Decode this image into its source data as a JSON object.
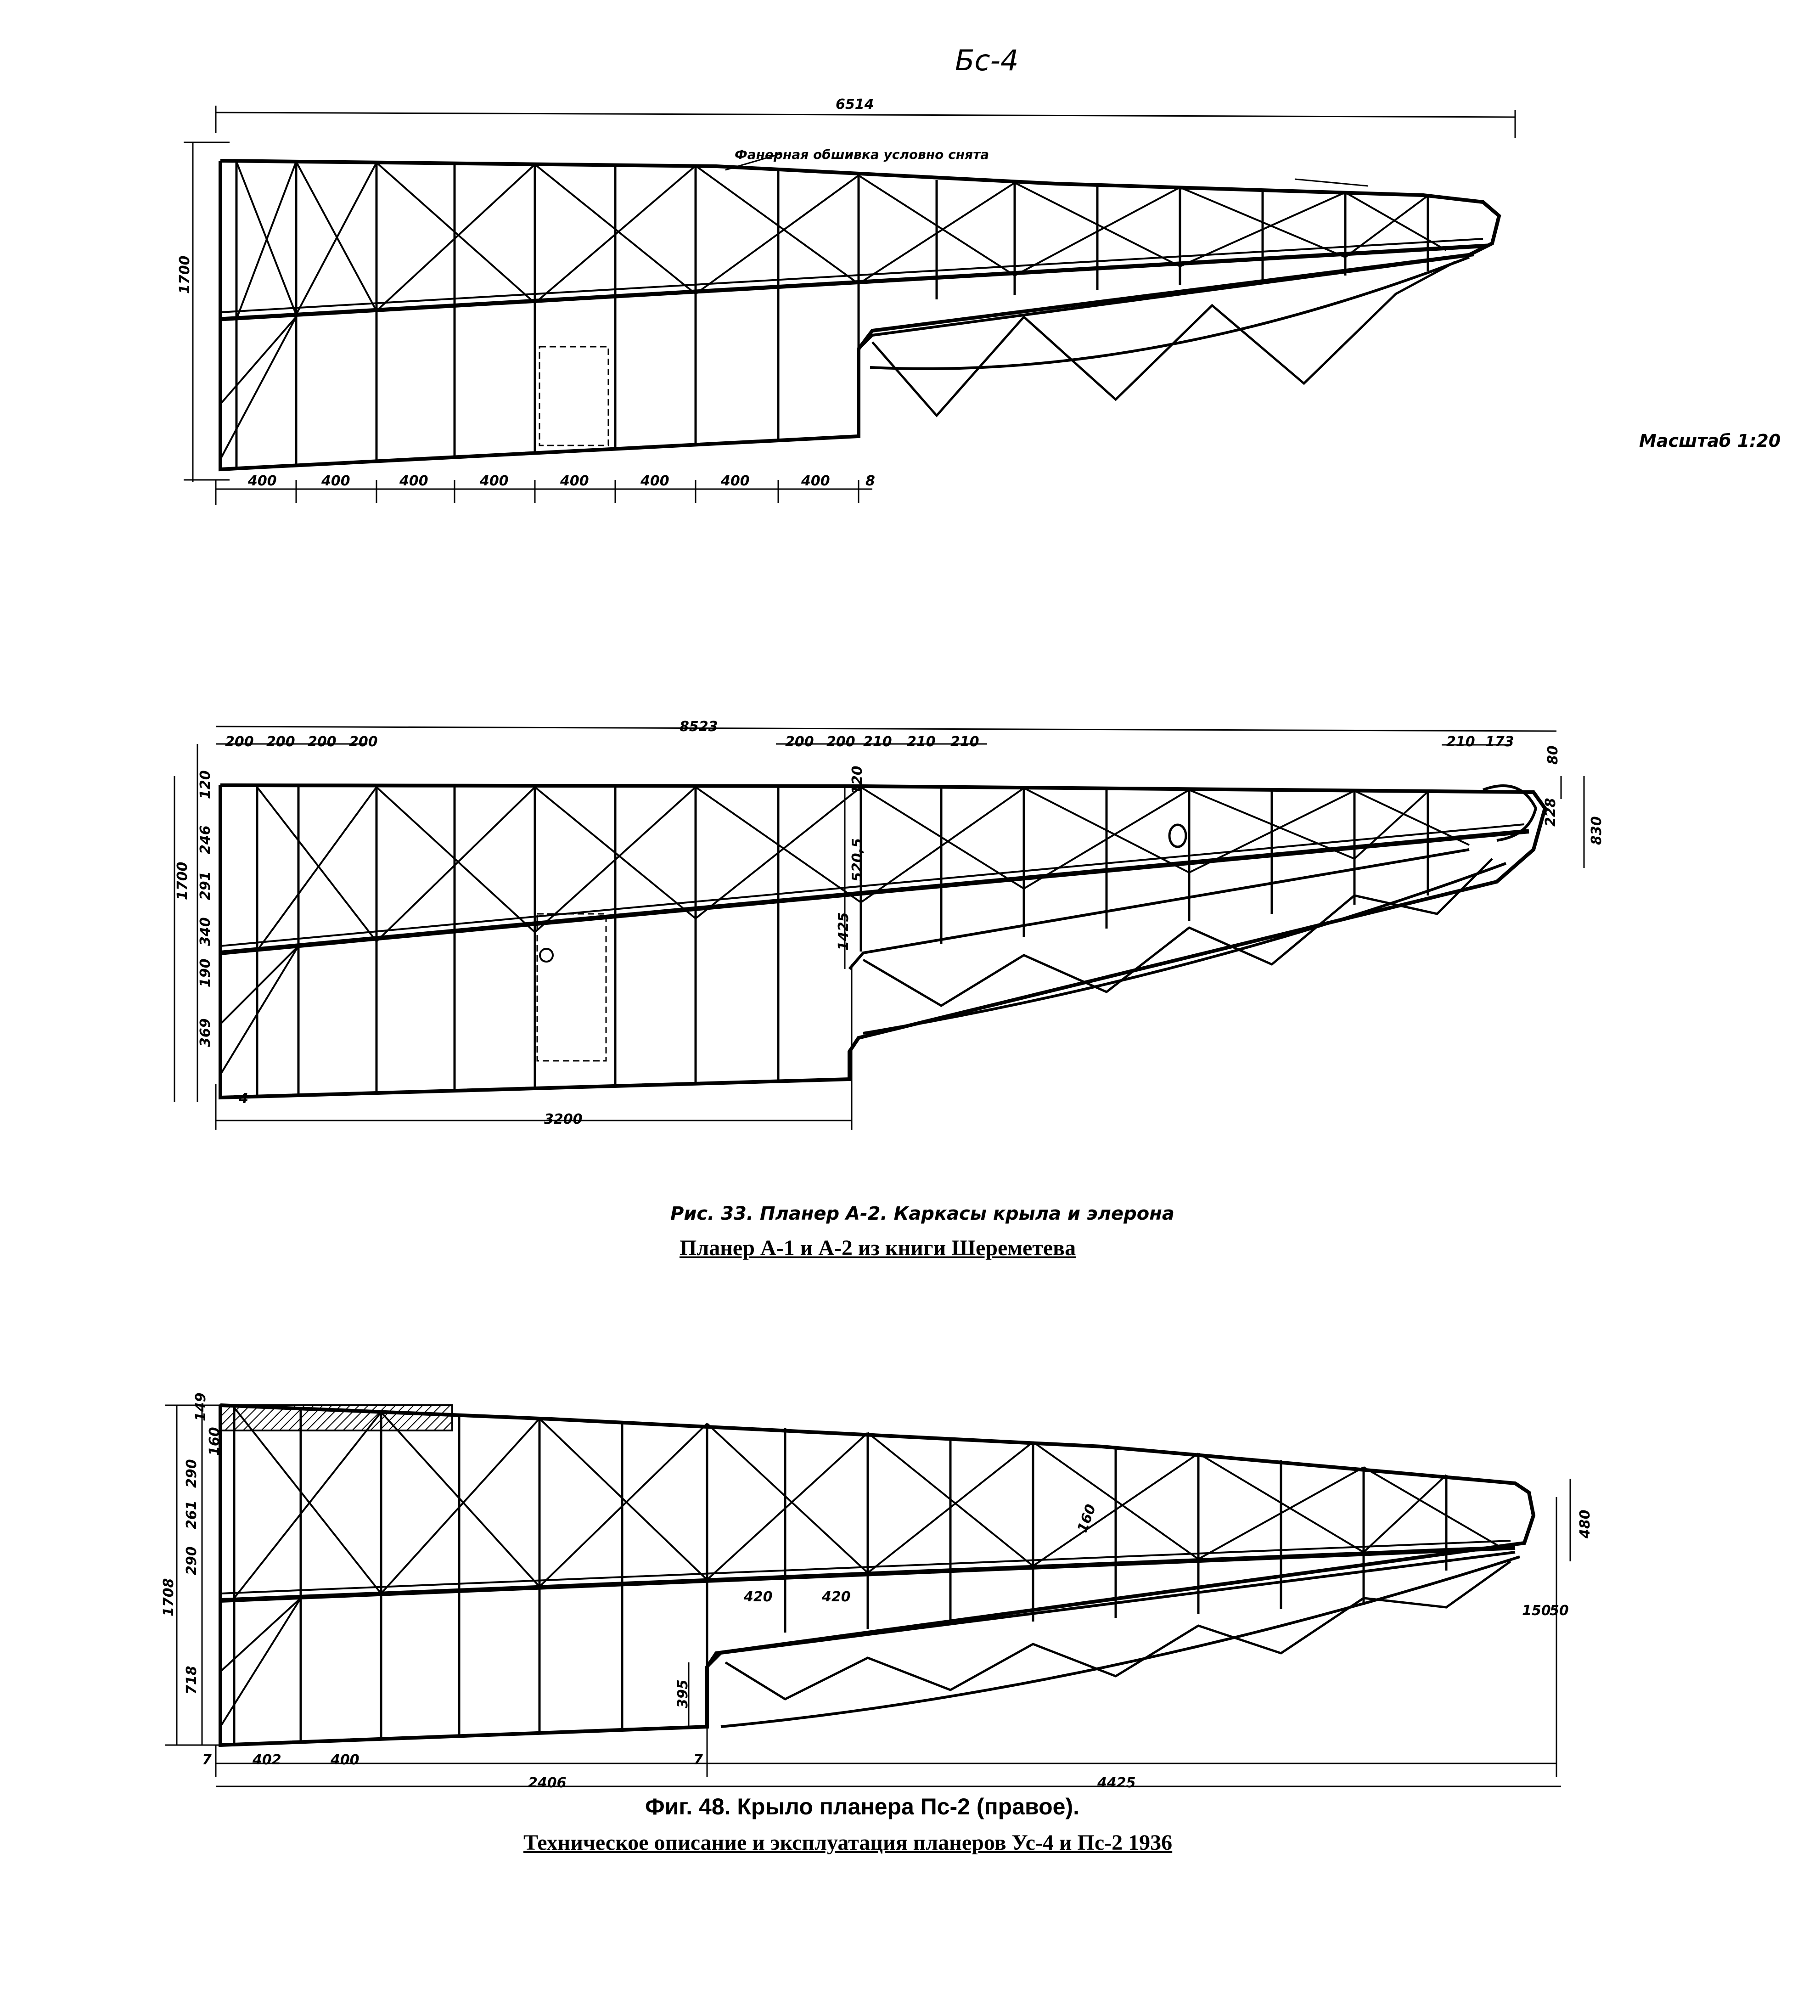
{
  "header": {
    "sheet_label": "Бс-4",
    "scale_note": "Масштаб 1:20"
  },
  "fig1": {
    "overall_span": "6514",
    "chord_height": "1700",
    "note": "Фанерная обшивка условно снята",
    "rib_spacings": [
      "400",
      "400",
      "400",
      "400",
      "400",
      "400",
      "400",
      "400"
    ],
    "end_offset": "8"
  },
  "fig2": {
    "overall_span": "8523",
    "top_spacings_left": [
      "200",
      "200",
      "200",
      "200"
    ],
    "top_spacings_mid": [
      "200",
      "200",
      "210",
      "210",
      "210"
    ],
    "tip_dims": [
      "210",
      "173"
    ],
    "tip_right": [
      "80",
      "228",
      "830"
    ],
    "left_dims": [
      "120",
      "246",
      "291",
      "340",
      "190",
      "369"
    ],
    "chord_height": "1700",
    "aileron_dims": [
      "120",
      "520,5",
      "1425"
    ],
    "root_offset": "4",
    "aileron_span": "3200",
    "caption": "Рис. 33. Планер А-2. Каркасы крыла и элерона",
    "source": "Планер А-1 и А-2 из книги Шереметева"
  },
  "fig3": {
    "left_dims": [
      "149",
      "160",
      "290",
      "261",
      "290",
      "718"
    ],
    "chord_height": "1708",
    "root_offset": "7",
    "rib_spacings": [
      "402",
      "400"
    ],
    "inner_span": "2406",
    "aileron_offset": "7",
    "aileron_span": "4425",
    "aileron_height": "395",
    "mid_dims": [
      "420",
      "420"
    ],
    "diag_dim": "160",
    "tip_height": "480",
    "tip_dims": [
      "150",
      "50"
    ],
    "caption": "Фиг. 48. Крыло планера Пс-2 (правое).",
    "source": "Техническое описание и эксплуатация планеров Ус-4 и Пс-2 1936"
  }
}
